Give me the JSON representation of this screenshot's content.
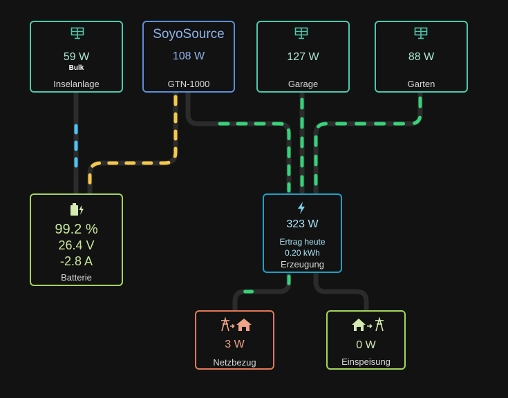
{
  "colors": {
    "solar": "#4dc9ac",
    "soyo": "#5b8fd6",
    "battery": "#a5d65a",
    "production": "#1ba1c9",
    "grid_import": "#e27a57",
    "grid_export": "#a5d65a",
    "flow_solar": "#37d27a",
    "flow_battery_blue": "#4fc3f7",
    "flow_battery_yellow": "#f5c74a",
    "line_track": "#2b2b2b"
  },
  "nodes": {
    "inselanlage": {
      "icon": "solar-panel-icon",
      "value": "59 W",
      "sub": "Bulk",
      "label": "Inselanlage"
    },
    "soyosource": {
      "title": "SoyoSource",
      "value": "108 W",
      "label": "GTN-1000"
    },
    "garage": {
      "icon": "solar-panel-icon",
      "value": "127 W",
      "label": "Garage"
    },
    "garten": {
      "icon": "solar-panel-icon",
      "value": "88 W",
      "label": "Garten"
    },
    "batterie": {
      "icon": "battery-charging-icon",
      "soc": "99.2 %",
      "voltage": "26.4 V",
      "current": "-2.8 A",
      "label": "Batterie"
    },
    "erzeugung": {
      "icon": "lightning-icon",
      "value": "323 W",
      "line1": "Ertrag heute",
      "line2": "0.20 kWh",
      "label": "Erzeugung"
    },
    "netzbezug": {
      "icon": "grid-to-home-icon",
      "value": "3 W",
      "label": "Netzbezug"
    },
    "einspeisung": {
      "icon": "home-to-grid-icon",
      "value": "0 W",
      "label": "Einspeisung"
    }
  }
}
